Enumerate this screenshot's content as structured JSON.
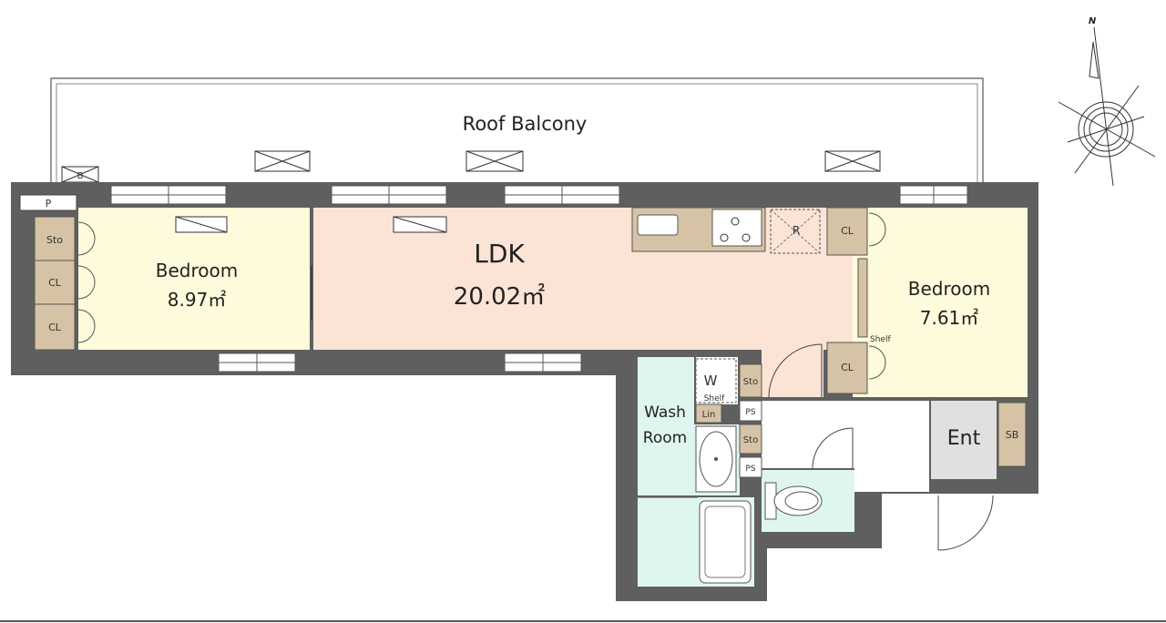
{
  "rooms": {
    "roof_balcony": "Roof Balcony",
    "ldk": {
      "name": "LDK",
      "area": "20.02㎡"
    },
    "bedroom_west": {
      "name": "Bedroom",
      "area": "8.97㎡"
    },
    "bedroom_east": {
      "name": "Bedroom",
      "area": "7.61㎡"
    },
    "wash_room": {
      "line1": "Wash",
      "line2": "Room"
    },
    "entrance": "Ent"
  },
  "fixtures": {
    "p": "P",
    "b": "B",
    "sto": "Sto",
    "cl": "CL",
    "r": "R",
    "shelf": "Shelf",
    "w": "W",
    "w_shelf": "Shelf",
    "lin": "Lin",
    "ps": "PS",
    "sb": "SB"
  },
  "compass": {
    "north": "N"
  },
  "colors": {
    "wall": "#5f5f5f",
    "ldk": "#fbe4d5",
    "bedroom": "#fdfbdc",
    "wet": "#dff5f0",
    "storage": "#d6c3a5",
    "entrance": "#e0e0e0",
    "window": "#ffffff"
  }
}
